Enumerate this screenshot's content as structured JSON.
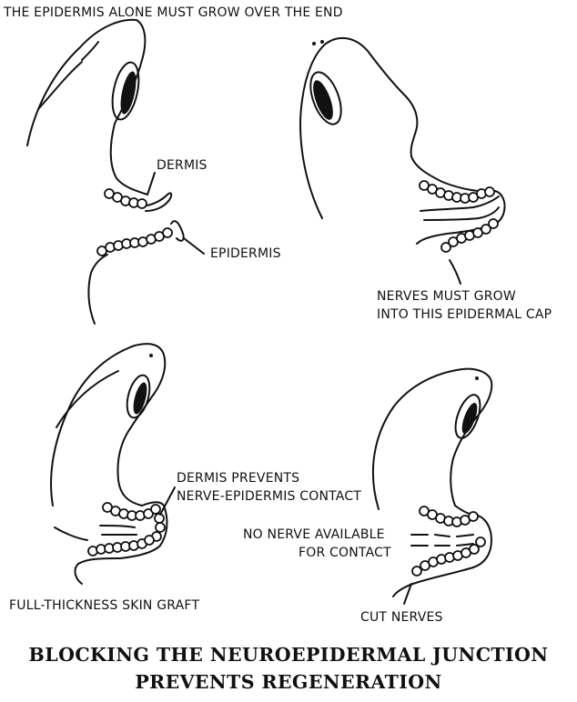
{
  "labels": {
    "top_left_title": "THE EPIDERMIS ALONE MUST GROW OVER THE END",
    "dermis": "DERMIS",
    "epidermis": "EPIDERMIS",
    "nerves_cap_line1": "NERVES MUST GROW",
    "nerves_cap_line2": "INTO THIS EPIDERMAL CAP",
    "dermis_prevents_line1": "DERMIS PREVENTS",
    "dermis_prevents_line2": "NERVE-EPIDERMIS CONTACT",
    "full_thickness": "FULL-THICKNESS SKIN GRAFT",
    "no_nerve_line1": "NO NERVE AVAILABLE",
    "no_nerve_line2": "FOR CONTACT",
    "cut_nerves": "CUT NERVES"
  },
  "caption": {
    "line1": "BLOCKING THE NEUROEPIDERMAL JUNCTION",
    "line2": "PREVENTS REGENERATION"
  }
}
